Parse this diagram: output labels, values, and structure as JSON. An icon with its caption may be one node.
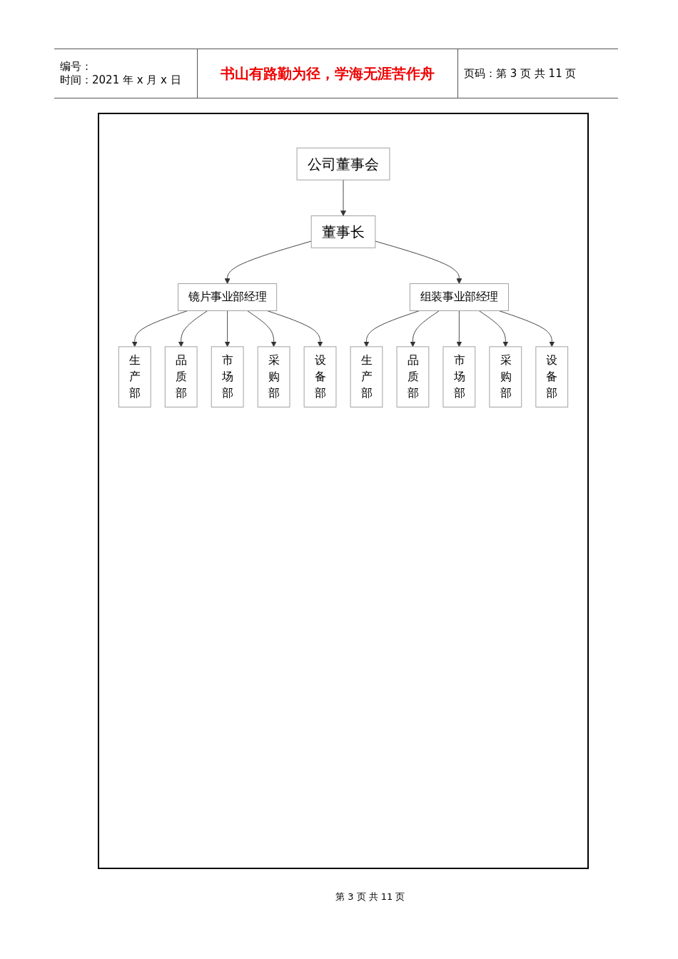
{
  "diagram": {
    "nodes": [
      {
        "text": [
          "公司董事会"
        ]
      },
      {
        "text": [
          "董事长"
        ]
      },
      {
        "text": [
          "镜片事业部经理"
        ]
      },
      {
        "text": [
          "组装事业部经理"
        ]
      },
      {
        "text": [
          "生产部"
        ]
      },
      {
        "text": [
          "品质部"
        ]
      },
      {
        "text": [
          "市场部"
        ]
      },
      {
        "text": [
          "采购部"
        ]
      },
      {
        "text": [
          "设备部"
        ]
      },
      {
        "text": [
          "生产部"
        ]
      },
      {
        "text": [
          "品质部"
        ]
      },
      {
        "text": [
          "市场部"
        ]
      },
      {
        "text": [
          "采购部"
        ]
      },
      {
        "text": [
          "设备部"
        ]
      }
    ],
    "edges": [
      {
        "from": 0,
        "to": 1,
        "arrow": "to"
      },
      {
        "from": 1,
        "to": 2,
        "arrow": "to"
      },
      {
        "from": 1,
        "to": 3,
        "arrow": "to"
      },
      {
        "from": 2,
        "to": 4,
        "arrow": "to"
      },
      {
        "from": 2,
        "to": 5,
        "arrow": "to"
      },
      {
        "from": 2,
        "to": 6,
        "arrow": "to"
      },
      {
        "from": 2,
        "to": 7,
        "arrow": "to"
      },
      {
        "from": 2,
        "to": 8,
        "arrow": "to"
      },
      {
        "from": 3,
        "to": 9,
        "arrow": "to"
      },
      {
        "from": 3,
        "to": 10,
        "arrow": "to"
      },
      {
        "from": 3,
        "to": 11,
        "arrow": "to"
      },
      {
        "from": 3,
        "to": 12,
        "arrow": "to"
      },
      {
        "from": 3,
        "to": 13,
        "arrow": "to"
      }
    ],
    "labels": [
      "编号：",
      "时间：2021 年 x 月 x 日",
      "书山有路勤为径，学海无涯苦作舟",
      "页码：第 3 页 共 11 页",
      "第 3 页 共 11 页"
    ]
  }
}
